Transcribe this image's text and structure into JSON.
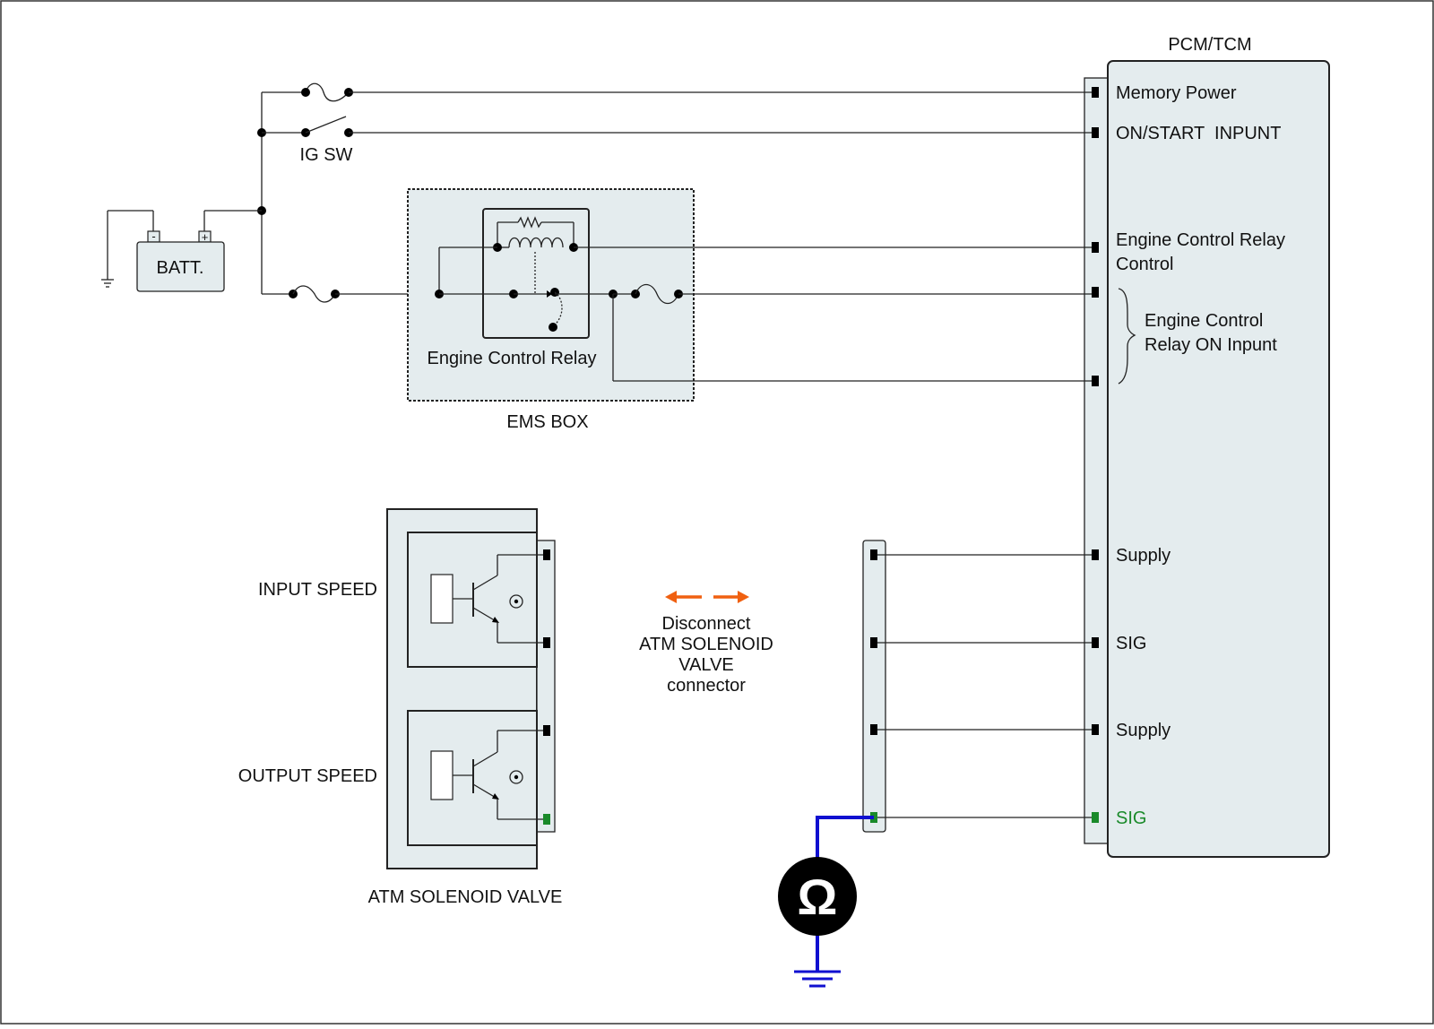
{
  "labels": {
    "pcm": "PCM/TCM",
    "ig_sw": "IG SW",
    "batt": "BATT.",
    "batt_neg": "-",
    "batt_pos": "+",
    "relay": "Engine Control Relay",
    "ems_box": "EMS BOX",
    "input_speed": "INPUT SPEED",
    "output_speed": "OUTPUT SPEED",
    "atm_valve": "ATM SOLENOID VALVE",
    "disconnect": [
      "Disconnect",
      "ATM SOLENOID",
      "VALVE",
      "connector"
    ],
    "ohm": "Ω"
  },
  "pcm_pins": {
    "memory_power": "Memory Power",
    "on_start": "ON/START  INPUNT",
    "ecr_control": [
      "Engine Control Relay",
      "Control"
    ],
    "ecr_on": [
      "Engine Control",
      "Relay ON Inpunt"
    ],
    "supply1": "Supply",
    "sig1": "SIG",
    "supply2": "Supply",
    "sig2": "SIG"
  },
  "colors": {
    "box_fill": "#e4ecee",
    "highlight_pin": "#1a8a2a",
    "meter_wire": "#1010d0",
    "arrow": "#f06010"
  }
}
